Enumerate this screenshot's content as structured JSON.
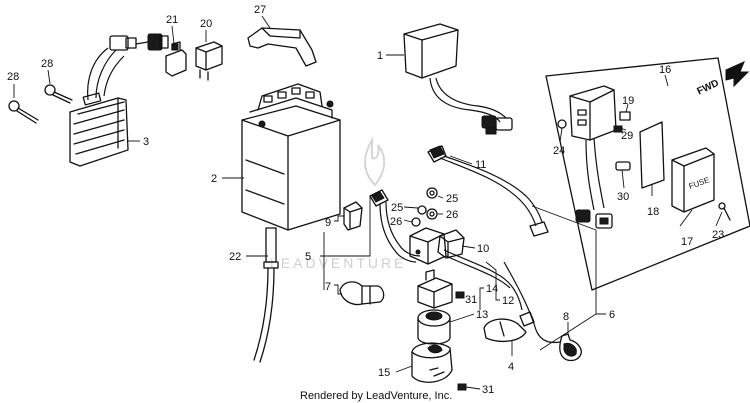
{
  "callouts": {
    "c1": "1",
    "c2": "2",
    "c3": "3",
    "c4": "4",
    "c5": "5",
    "c6": "6",
    "c7": "7",
    "c8": "8",
    "c9": "9",
    "c10": "10",
    "c11": "11",
    "c12": "12",
    "c13": "13",
    "c14": "14",
    "c15": "15",
    "c16": "16",
    "c17": "17",
    "c18": "18",
    "c19": "19",
    "c20": "20",
    "c21": "21",
    "c22": "22",
    "c23": "23",
    "c24": "24",
    "c25a": "25",
    "c25b": "25",
    "c26a": "26",
    "c26b": "26",
    "c27": "27",
    "c28a": "28",
    "c28b": "28",
    "c29": "29",
    "c30": "30",
    "c31a": "31",
    "c31b": "31"
  },
  "direction_label": "FWD",
  "fuse_box_label": "FUSE",
  "watermark": "LEADVENTURE",
  "credit": "Rendered by LeadVenture, Inc."
}
